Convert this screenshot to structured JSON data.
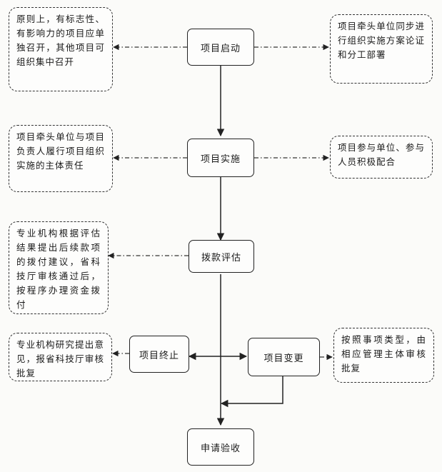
{
  "steps": {
    "start": "项目启动",
    "implement": "项目实施",
    "evaluate": "拨款评估",
    "terminate": "项目终止",
    "change": "项目变更",
    "accept": "申请验收"
  },
  "notes": {
    "start_left": "原则上，有标志性、有影响力的项目应单独召开，其他项目可组织集中召开",
    "start_right": "项目牵头单位同步进行组织实施方案论证和分工部署",
    "implement_left": "项目牵头单位与项目负责人履行项目组织实施的主体责任",
    "implement_right": "项目参与单位、参与人员积极配合",
    "evaluate_left": "专业机构根据评估结果提出后续款项的拨付建议，省科技厅审核通过后，按程序办理资金拨付",
    "terminate_left": "专业机构研究提出意见，报省科技厅审核批复",
    "change_right": "按照事项类型，由相应管理主体审核批复"
  }
}
